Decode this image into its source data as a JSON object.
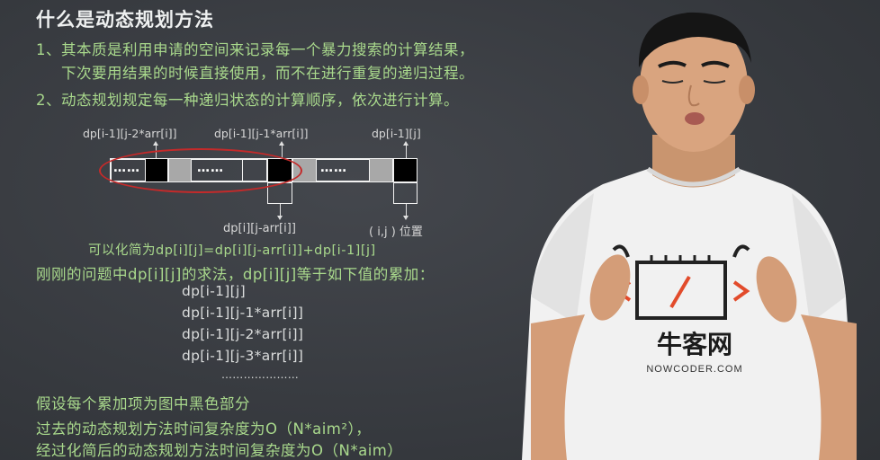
{
  "slide": {
    "title": "什么是动态规划方法",
    "point1_line1": "1、其本质是利用申请的空间来记录每一个暴力搜索的计算结果，",
    "point1_line2": "下次要用结果的时候直接使用，而不在进行重复的递归过程。",
    "point2": "2、动态规划规定每一种递归状态的计算顺序，依次进行计算。"
  },
  "diagram": {
    "label_top_1": "dp[i-1][j-2*arr[i]]",
    "label_top_2": "dp[i-1][j-1*arr[i]]",
    "label_top_3": "dp[i-1][j]",
    "label_bottom_1": "dp[i][j-arr[i]]",
    "label_bottom_2": "( i,j ) 位置",
    "dots": "……"
  },
  "simplify": "可以化简为dp[i][j]=dp[i][j-arr[i]]+dp[i-1][j]",
  "question": "刚刚的问题中dp[i][j]的求法，dp[i][j]等于如下值的累加：",
  "terms": [
    "dp[i-1][j]",
    "dp[i-1][j-1*arr[i]]",
    "dp[i-1][j-2*arr[i]]",
    "dp[i-1][j-3*arr[i]]",
    "…………………"
  ],
  "assume": "假设每个累加项为图中黑色部分",
  "complexity_before": "过去的动态规划方法时间复杂度为O（N*aim²），",
  "complexity_after": "经过化简后的动态规划方法时间复杂度为O（N*aim）",
  "shirt": {
    "brand": "牛客网",
    "url": "NOWCODER.COM"
  },
  "colors": {
    "background": "#3a3d42",
    "highlight_text": "#a9d98c",
    "title_text": "#eef0f0",
    "ellipse": "#c42a2a"
  }
}
